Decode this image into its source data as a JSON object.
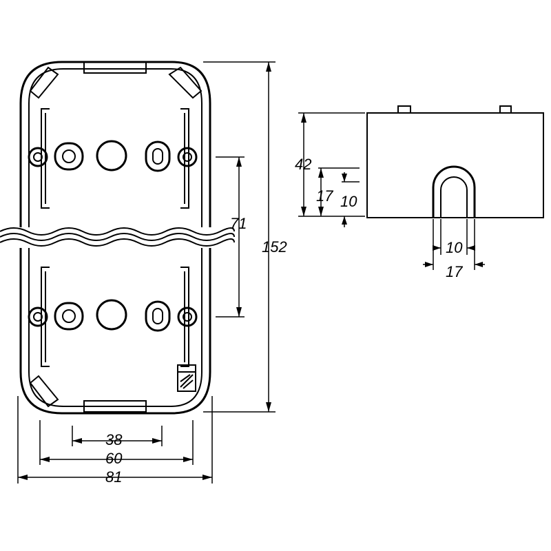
{
  "colors": {
    "ink": "#000000",
    "paper": "#ffffff"
  },
  "dimensions": {
    "width_outer": "81",
    "width_mid": "60",
    "width_inner": "38",
    "height_total": "152",
    "spacing": "71",
    "side_height": "42",
    "side_lower": "17",
    "side_gap": "10",
    "slot_inner": "10",
    "slot_outer": "17"
  }
}
